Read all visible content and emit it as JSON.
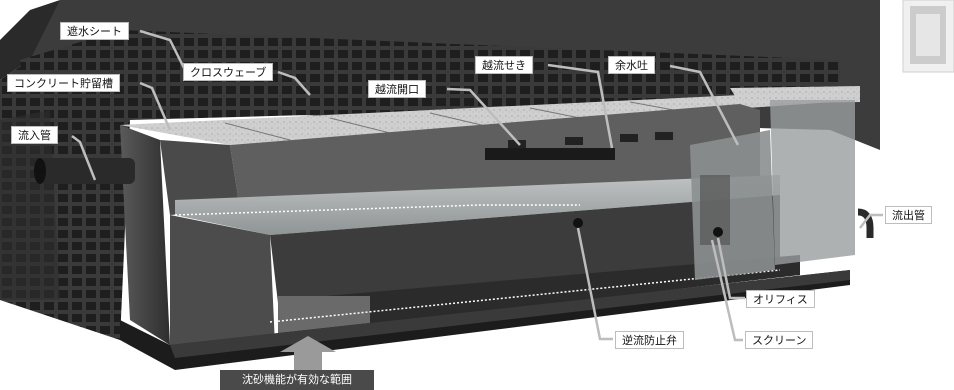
{
  "labels": {
    "shasui_sheet": "遮水シート",
    "cross_wave": "クロスウェーブ",
    "concrete_tank": "コンクリート貯留槽",
    "inflow_pipe": "流入管",
    "overflow_opening": "越流開口",
    "overflow_weir": "越流せき",
    "spillway": "余水吐",
    "outflow_pipe": "流出管",
    "orifice": "オリフィス",
    "screen": "スクリーン",
    "check_valve": "逆流防止弁"
  },
  "sediment_range": "沈砂機能が有効な範囲"
}
